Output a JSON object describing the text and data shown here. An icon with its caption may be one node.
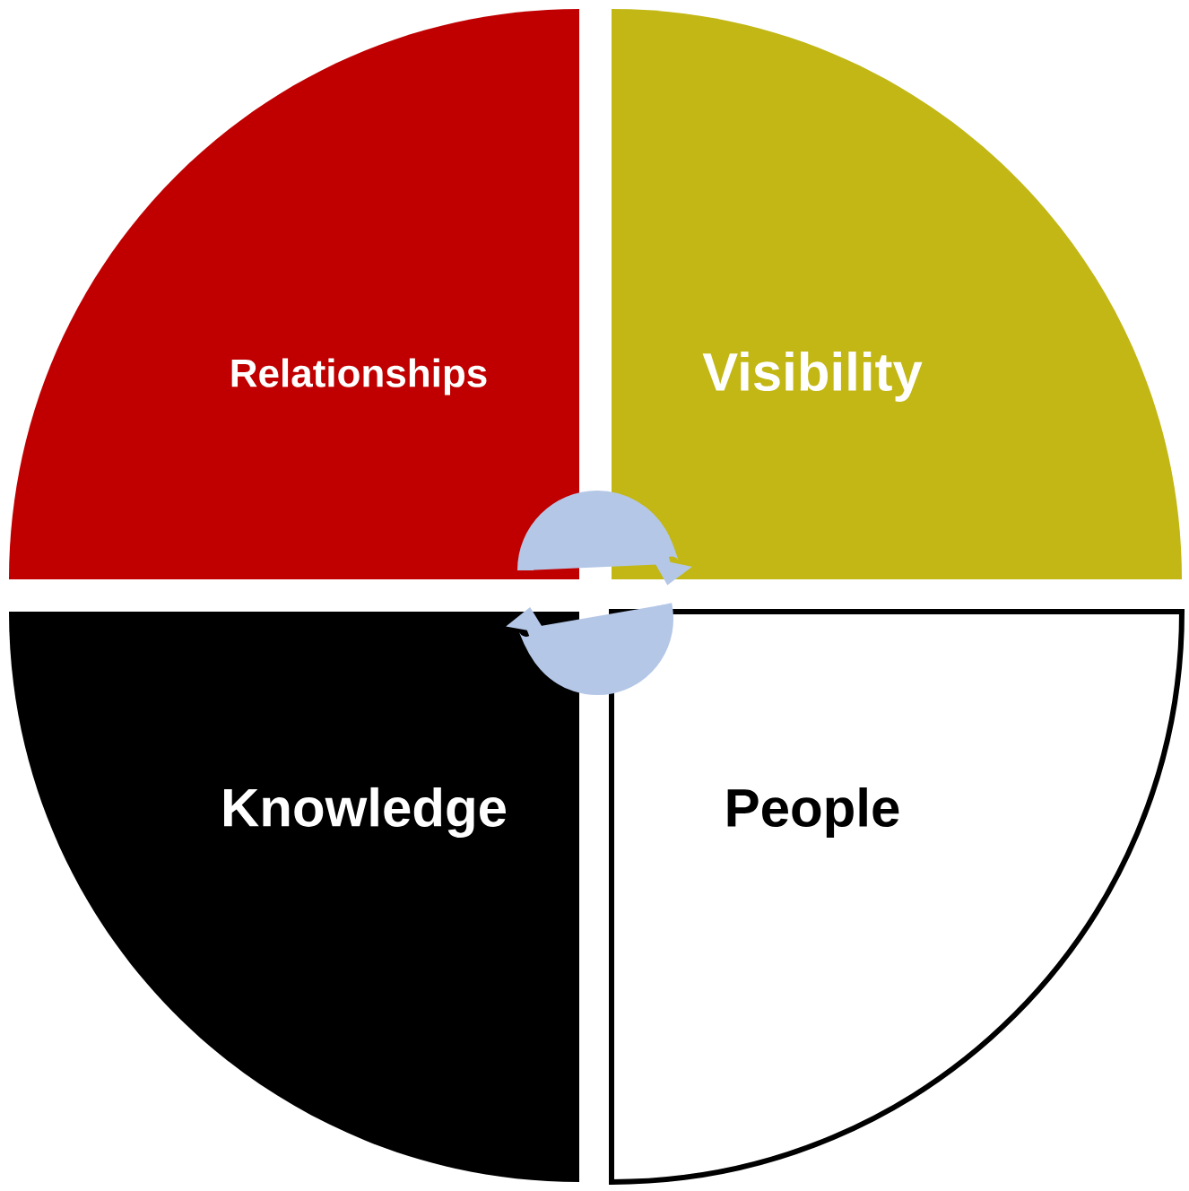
{
  "diagram": {
    "nodes": [
      {
        "text": [
          "Relationships"
        ]
      },
      {
        "text": [
          "Visibility"
        ]
      },
      {
        "text": [
          "Knowledge"
        ]
      },
      {
        "text": [
          "People"
        ]
      }
    ],
    "edges": [
      {
        "from": 0,
        "to": 1,
        "arrow": "to"
      },
      {
        "from": 3,
        "to": 2,
        "arrow": "to"
      }
    ]
  }
}
